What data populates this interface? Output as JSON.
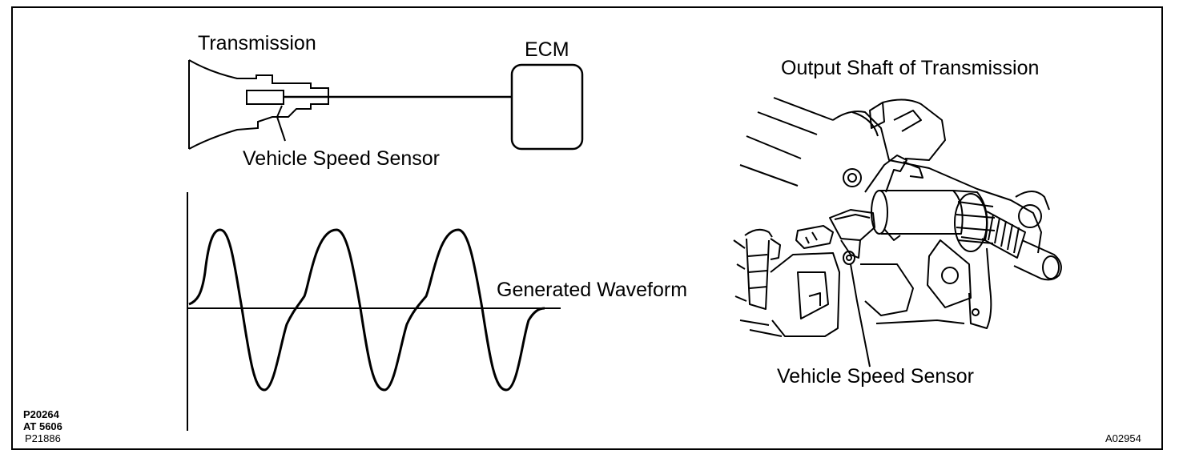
{
  "labels": {
    "transmission": "Transmission",
    "ecm": "ECM",
    "sensor_left": "Vehicle Speed Sensor",
    "waveform": "Generated Waveform",
    "output_shaft": "Output Shaft of Transmission",
    "sensor_right": "Vehicle Speed Sensor"
  },
  "codes": {
    "code1": "P20264",
    "code2": "AT 5606",
    "code3": "P21886",
    "figure_id": "A02954"
  }
}
